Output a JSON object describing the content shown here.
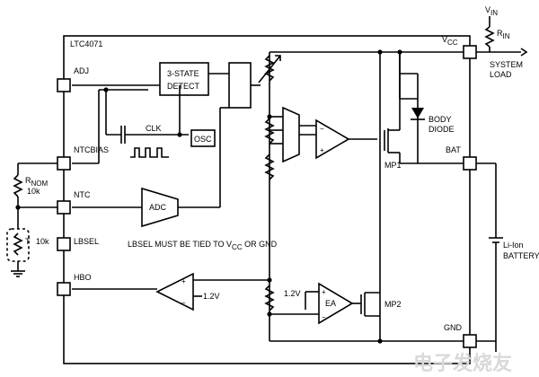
{
  "chip": {
    "name": "LTC4071"
  },
  "pins": {
    "adj": "ADJ",
    "ntcbias": "NTCBIAS",
    "ntc": "NTC",
    "lbsel": "LBSEL",
    "hbo": "HBO",
    "vcc": "V",
    "vcc_sub": "CC",
    "bat": "BAT",
    "gnd": "GND"
  },
  "blocks": {
    "detect_line1": "3-STATE",
    "detect_line2": "DETECT",
    "osc": "OSC",
    "clk": "CLK",
    "adc": "ADC",
    "ea": "EA"
  },
  "external": {
    "vin": "V",
    "vin_sub": "IN",
    "rin": "R",
    "rin_sub": "IN",
    "system_load_line1": "SYSTEM",
    "system_load_line2": "LOAD",
    "body_diode_line1": "BODY",
    "body_diode_line2": "DIODE",
    "mp1": "MP1",
    "mp2": "MP2",
    "rnom": "R",
    "rnom_sub": "NOM",
    "rnom_value": "10k",
    "thermistor": "T",
    "thermistor_value": "10k",
    "battery_line1": "Li-Ion",
    "battery_line2": "BATTERY",
    "ref_top": "1.2V",
    "ref_bottom": "1.2V"
  },
  "notes": {
    "lbsel_pre": "LBSEL MUST BE TIED TO V",
    "lbsel_sub": "CC",
    "lbsel_post": " OR GND"
  },
  "watermark": "电子发烧友"
}
